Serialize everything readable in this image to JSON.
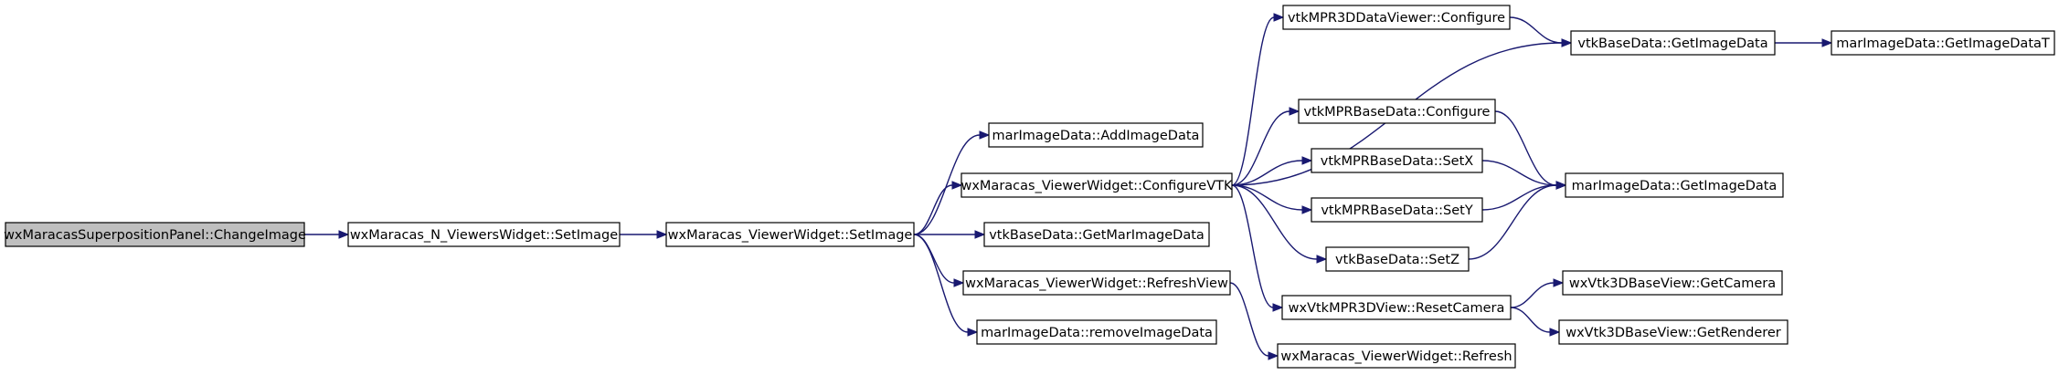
{
  "colors": {
    "edge": "#191970",
    "node_fill": "#ffffff",
    "root_fill": "#bfbfbf",
    "border": "#000000"
  },
  "nodes": [
    {
      "id": "n0",
      "label": "wxMaracasSuperpositionPanel::ChangeImage",
      "root": true
    },
    {
      "id": "n1",
      "label": "wxMaracas_N_ViewersWidget::SetImage"
    },
    {
      "id": "n2",
      "label": "wxMaracas_ViewerWidget::SetImage"
    },
    {
      "id": "n3",
      "label": "marImageData::AddImageData"
    },
    {
      "id": "n4",
      "label": "wxMaracas_ViewerWidget::ConfigureVTK"
    },
    {
      "id": "n5",
      "label": "vtkBaseData::GetMarImageData"
    },
    {
      "id": "n6",
      "label": "wxMaracas_ViewerWidget::RefreshView"
    },
    {
      "id": "n7",
      "label": "marImageData::removeImageData"
    },
    {
      "id": "n8",
      "label": "vtkMPR3DDataViewer::Configure"
    },
    {
      "id": "n9",
      "label": "vtkBaseData::GetImageData"
    },
    {
      "id": "n10",
      "label": "marImageData::GetImageDataT"
    },
    {
      "id": "n11",
      "label": "vtkMPRBaseData::Configure"
    },
    {
      "id": "n12",
      "label": "marImageData::GetImageData"
    },
    {
      "id": "n13",
      "label": "vtkMPRBaseData::SetX"
    },
    {
      "id": "n14",
      "label": "vtkMPRBaseData::SetY"
    },
    {
      "id": "n15",
      "label": "vtkBaseData::SetZ"
    },
    {
      "id": "n16",
      "label": "wxVtkMPR3DView::ResetCamera"
    },
    {
      "id": "n17",
      "label": "wxVtk3DBaseView::GetCamera"
    },
    {
      "id": "n18",
      "label": "wxVtk3DBaseView::GetRenderer"
    },
    {
      "id": "n19",
      "label": "wxMaracas_ViewerWidget::Refresh"
    }
  ],
  "edges": [
    [
      "n0",
      "n1"
    ],
    [
      "n1",
      "n2"
    ],
    [
      "n2",
      "n3"
    ],
    [
      "n2",
      "n4"
    ],
    [
      "n2",
      "n5"
    ],
    [
      "n2",
      "n6"
    ],
    [
      "n2",
      "n7"
    ],
    [
      "n4",
      "n8"
    ],
    [
      "n4",
      "n9"
    ],
    [
      "n4",
      "n11"
    ],
    [
      "n4",
      "n13"
    ],
    [
      "n4",
      "n14"
    ],
    [
      "n4",
      "n15"
    ],
    [
      "n4",
      "n16"
    ],
    [
      "n8",
      "n9"
    ],
    [
      "n9",
      "n10"
    ],
    [
      "n11",
      "n12"
    ],
    [
      "n13",
      "n12"
    ],
    [
      "n14",
      "n12"
    ],
    [
      "n15",
      "n12"
    ],
    [
      "n16",
      "n17"
    ],
    [
      "n16",
      "n18"
    ],
    [
      "n6",
      "n19"
    ]
  ]
}
